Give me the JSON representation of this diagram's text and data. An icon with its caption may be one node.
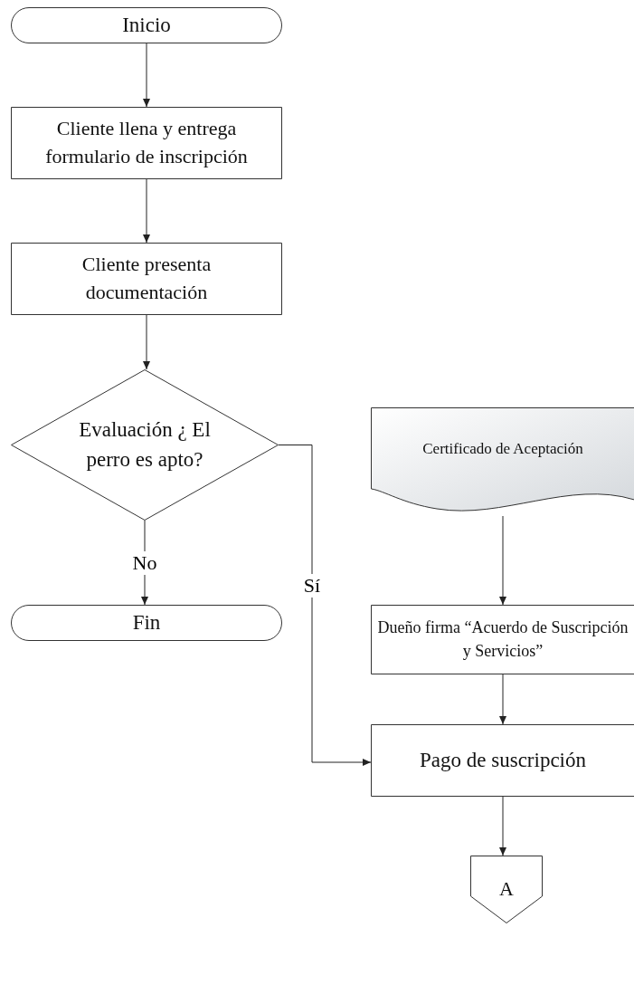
{
  "diagram": {
    "nodes": [
      {
        "text": [
          "Inicio"
        ]
      },
      {
        "text": [
          "Cliente llena y entrega formulario de inscripción"
        ]
      },
      {
        "text": [
          "Cliente presenta documentación"
        ]
      },
      {
        "text": [
          "Evaluación ¿ El perro es apto?"
        ]
      },
      {
        "text": [
          "Fin"
        ]
      },
      {
        "text": [
          "Certificado de Aceptación"
        ]
      },
      {
        "text": [
          "Dueño firma “Acuerdo de Suscripción y Servicios”"
        ]
      },
      {
        "text": [
          "Pago de suscripción"
        ]
      },
      {
        "text": [
          "A"
        ]
      }
    ],
    "edges": [
      {
        "from": 0,
        "to": 1,
        "arrow": "to"
      },
      {
        "from": 1,
        "to": 2,
        "arrow": "to"
      },
      {
        "from": 2,
        "to": 3,
        "arrow": "to"
      },
      {
        "from": 3,
        "to": 4,
        "arrow": "to",
        "label": "No"
      },
      {
        "from": 3,
        "to": 7,
        "arrow": "to",
        "label": "Sí"
      },
      {
        "from": 5,
        "to": 6,
        "arrow": "to"
      },
      {
        "from": 6,
        "to": 7,
        "arrow": "to"
      },
      {
        "from": 7,
        "to": 8,
        "arrow": "to"
      }
    ]
  }
}
